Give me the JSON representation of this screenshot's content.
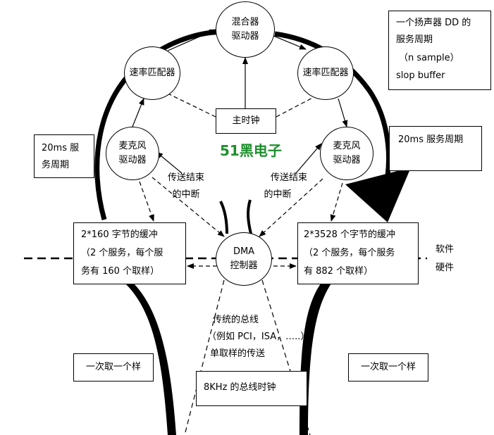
{
  "nodes": {
    "mixer": {
      "line1": "混合器",
      "line2": "驱动器"
    },
    "rate_left": {
      "label": "速率匹配器"
    },
    "rate_right": {
      "label": "速率匹配器"
    },
    "mic_left": {
      "line1": "麦克风",
      "line2": "驱动器"
    },
    "mic_right": {
      "line1": "麦克风",
      "line2": "驱动器"
    },
    "master_clock": {
      "label": "主时钟"
    },
    "dma": {
      "line1": "DMA",
      "line2": "控制器"
    },
    "buffer_left": {
      "line1": "2*160  字节的缓冲",
      "line2": "（2  个服务，每个服",
      "line3": "务有 160 个取样）"
    },
    "buffer_right": {
      "line1": "2*3528  个字节的缓冲",
      "line2": "（2  个服务，每个服务",
      "line3": "有 882 个取样）"
    },
    "bus_clock": {
      "label": "8KHz 的总线时钟"
    }
  },
  "notes": {
    "speaker": {
      "line1": "一个扬声器 DD  的",
      "line2": "服务周期",
      "line3": "（n sample）",
      "line4": "slop buffer"
    },
    "left_period": {
      "line1": "20ms  服",
      "line2": "务周期"
    },
    "right_period": {
      "label": "20ms 服务周期"
    },
    "one_sample_left": {
      "label": "一次取一个样"
    },
    "one_sample_right": {
      "label": "一次取一个样"
    }
  },
  "labels": {
    "interrupt_left": {
      "line1": "传送结束",
      "line2": "的中断"
    },
    "interrupt_right": {
      "line1": "传送结束",
      "line2": "的中断"
    },
    "software": "软件",
    "hardware": "硬件",
    "bus_line1": "传统的总线",
    "bus_line2": "（例如 PCI，ISA，…..）",
    "bus_line3": "单取样的传送"
  },
  "watermark": "51黑电子"
}
